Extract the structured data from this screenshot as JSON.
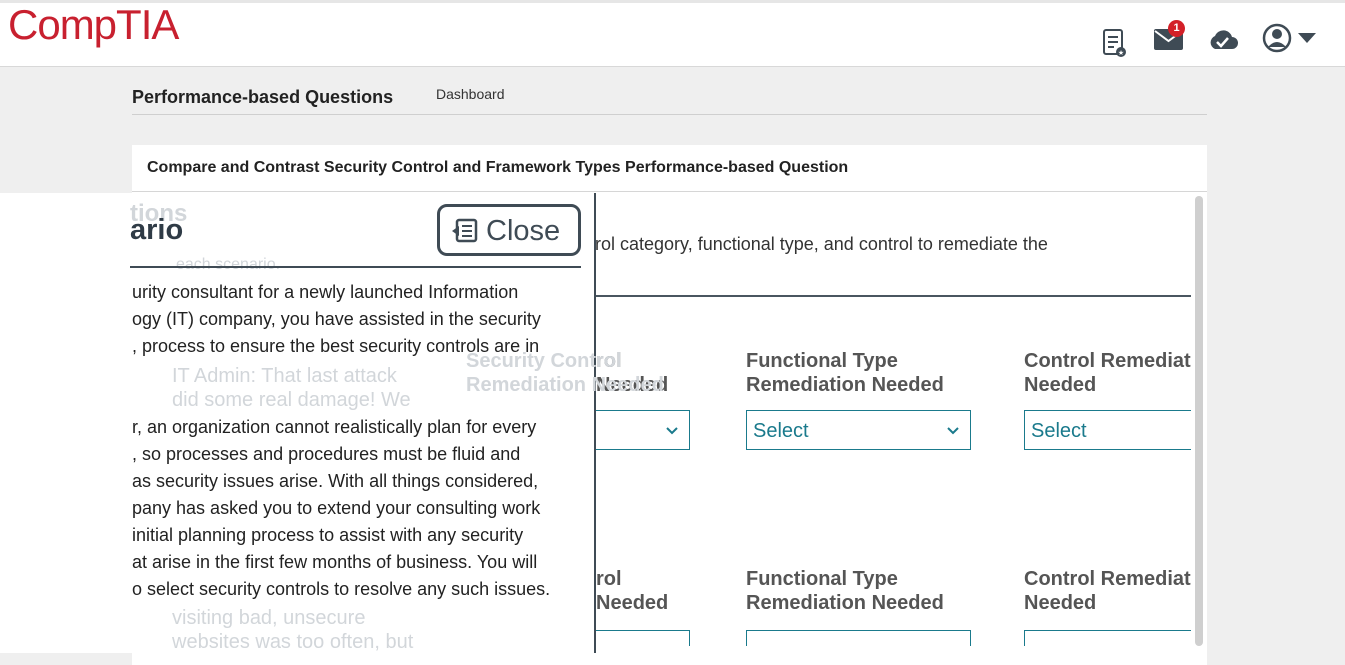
{
  "brand": {
    "logo_text": "CompTIA",
    "color": "#c8202f"
  },
  "header": {
    "mail_badge": "1",
    "icons": [
      "notes-icon",
      "mail-icon",
      "cloud-check-icon",
      "user-icon",
      "caret-down-icon"
    ]
  },
  "breadcrumb": {
    "title": "Performance-based Questions",
    "link": "Dashboard"
  },
  "question": {
    "title": "Compare and Contrast Security Control and Framework Types Performance-based Question",
    "instructions_visible": "trol category, functional type, and control to remediate the"
  },
  "columns": {
    "row1": {
      "col1_line1": "rol",
      "col1_line2": "Needed",
      "col2_line1": "Functional Type",
      "col2_line2": "Remediation Needed",
      "col3_line1": "Control Remediat",
      "col3_line2": "Needed"
    },
    "row2": {
      "col1_line1": "rol",
      "col1_line2": "Needed",
      "col2_line1": "Functional Type",
      "col2_line2": "Remediation Needed",
      "col3_line1": "Control Remediat",
      "col3_line2": "Needed"
    },
    "select_placeholder": "Select"
  },
  "background_ghost": {
    "ghost_1": "tions",
    "ghost_2": "Security Control",
    "ghost_3": "Remediation Needed",
    "ghost_4": "IT Admin: That last attack",
    "ghost_5": "did some real damage! We",
    "ghost_6": "visiting bad, unsecure",
    "ghost_7": "websites was too often, but",
    "ghost_8": "each scenario."
  },
  "scenario": {
    "title": "ario",
    "close_label": "Close",
    "lines": [
      "urity consultant for a newly launched Information",
      "ogy (IT) company, you have assisted in the security",
      ", process to ensure the best security controls are in",
      "r, an organization cannot realistically plan for every",
      ", so processes and procedures must be fluid and",
      " as security issues arise. With all things considered,",
      "pany has asked you to extend your consulting work",
      " initial planning process to assist with any security",
      "at arise in the first few months of business. You will",
      "o select security controls to resolve any such issues."
    ]
  }
}
